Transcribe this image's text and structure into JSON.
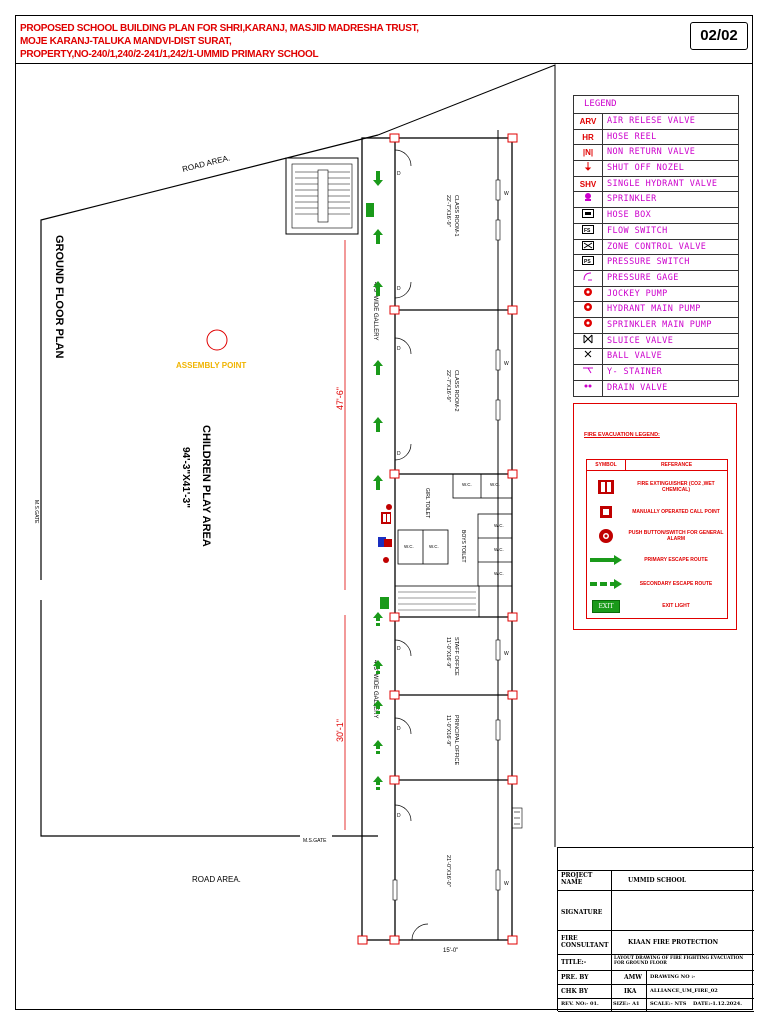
{
  "header": {
    "line1": "PROPOSED  SCHOOL BUILDING PLAN FOR SHRI,KARANJ, MASJID MADRESHA TRUST,",
    "line2": "MOJE KARANJ-TALUKA MANDVI-DIST SURAT,",
    "line3": "PROPERTY,NO-240/1,240/2-241/1,242/1-UMMID PRIMARY SCHOOL",
    "sheet_no": "02/02"
  },
  "plan": {
    "road_area_top": "ROAD AREA.",
    "road_area_bottom": "ROAD AREA.",
    "ground_floor_plan": "GROUND FLOOR PLAN",
    "assembly_point": "ASSEMBLY POINT",
    "children_play_area": "CHILDREN PLAY AREA",
    "play_area_size": "94'-3\"X41'-3\"",
    "ms_gate_left": "M.S.GATE",
    "ms_gate_bottom": "M.S.GATE",
    "dim_47": "47'-6\"",
    "dim_30": "30'-1\"",
    "dim_15": "15'-0\"",
    "gallery_upper": "4'-3\" WIDE GALLERY",
    "gallery_lower": "4'-3\" WIDE GALLERY",
    "classroom1": "CLASS ROOM-1",
    "classroom1_size": "22'-7\"X16'-9\"",
    "classroom2": "CLASS ROOM-2",
    "classroom2_size": "22'-7\"X16'-9\"",
    "girl_toilet": "GIRL TOILET",
    "boys_toilet": "BOYS TOILET",
    "staff_office": "STAFF OFFICE",
    "staff_office_size": "11'-0\"X16'-9\"",
    "principal_office": "PRINCIPAL OFFICE",
    "principal_office_size": "11'-0\"X16'-9\"",
    "room_bottom_size": "21'-0\"X16'-0\"",
    "wc_label": "W.C.",
    "door_label": "D",
    "window_label": "W",
    "exit_label": "EXIT"
  },
  "legend": {
    "title": "LEGEND",
    "items": [
      {
        "symbol": "ARV",
        "label": "AIR RELESE VALVE"
      },
      {
        "symbol": "HR",
        "label": "HOSE REEL"
      },
      {
        "symbol": "|N|",
        "label": "NON RETURN VALVE"
      },
      {
        "symbol": "",
        "label": "SHUT OFF NOZEL",
        "icon": "nozzle-icon"
      },
      {
        "symbol": "SHV",
        "label": "SINGLE HYDRANT VALVE"
      },
      {
        "symbol": "",
        "label": "SPRINKLER",
        "icon": "sprinkler-icon"
      },
      {
        "symbol": "",
        "label": "HOSE BOX",
        "icon": "hose-box-icon"
      },
      {
        "symbol": "",
        "label": "FLOW SWITCH",
        "icon": "flow-switch-icon"
      },
      {
        "symbol": "",
        "label": "ZONE CONTROL VALVE",
        "icon": "zone-valve-icon"
      },
      {
        "symbol": "",
        "label": "PRESSURE SWITCH",
        "icon": "pressure-switch-icon"
      },
      {
        "symbol": "",
        "label": "PRESSURE GAGE",
        "icon": "gauge-icon"
      },
      {
        "symbol": "",
        "label": "JOCKEY PUMP",
        "icon": "pump-icon"
      },
      {
        "symbol": "",
        "label": "HYDRANT MAIN PUMP",
        "icon": "pump-icon"
      },
      {
        "symbol": "",
        "label": "SPRINKLER MAIN PUMP",
        "icon": "pump-icon"
      },
      {
        "symbol": "",
        "label": "SLUICE VALVE",
        "icon": "sluice-valve-icon"
      },
      {
        "symbol": "",
        "label": "BALL VALVE",
        "icon": "ball-valve-icon"
      },
      {
        "symbol": "",
        "label": "Y- STAINER",
        "icon": "y-strainer-icon"
      },
      {
        "symbol": "",
        "label": "DRAIN VALVE",
        "icon": "drain-valve-icon"
      }
    ]
  },
  "evacuation_legend": {
    "title": "FIRE EVACUATION LEGEND:",
    "col_symbol": "SYMBOL",
    "col_reference": "REFERANCE",
    "rows": [
      {
        "label": "FIRE EXTINGUISHER (CO2 ,WET CHEMICAL)",
        "icon": "extinguisher-icon"
      },
      {
        "label": "MANUALLY OPERATED CALL POINT",
        "icon": "call-point-icon"
      },
      {
        "label": "PUSH BUTTON/SWITCH FOR GENERAL ALARM",
        "icon": "alarm-button-icon"
      },
      {
        "label": "PRIMARY ESCAPE ROUTE",
        "icon": "primary-arrow-icon"
      },
      {
        "label": "SECONDARY ESCAPE ROUTE",
        "icon": "secondary-arrow-icon"
      },
      {
        "label": "EXIT LIGHT",
        "icon": "exit-sign-icon"
      }
    ]
  },
  "title_block": {
    "project_label": "PROJECT NAME",
    "project_value": "UMMID SCHOOL",
    "signature_label": "SIGNATURE",
    "consultant_label": "FIRE CONSULTANT",
    "consultant_value": "KIAAN FIRE PROTECTION",
    "title_label": "TITLE:-",
    "title_value": "LAYOUT DRAWING OF FIRE FIGHTING EVACUATION FOR GROUND FLOOR",
    "prep_label": "PRE. BY",
    "prep_value": "AMW",
    "drawing_label": "DRAWING NO :-",
    "chk_label": "CHK BY",
    "chk_value": "IKA",
    "drawing_value": "ALLIANCE_UM_FIRE_02",
    "rev_label": "REV. NO:- 01.",
    "size_label": "SIZE:- A1",
    "scale_label": "SCALE:- NTS",
    "date_label": "DATE:-1.12.2024."
  }
}
